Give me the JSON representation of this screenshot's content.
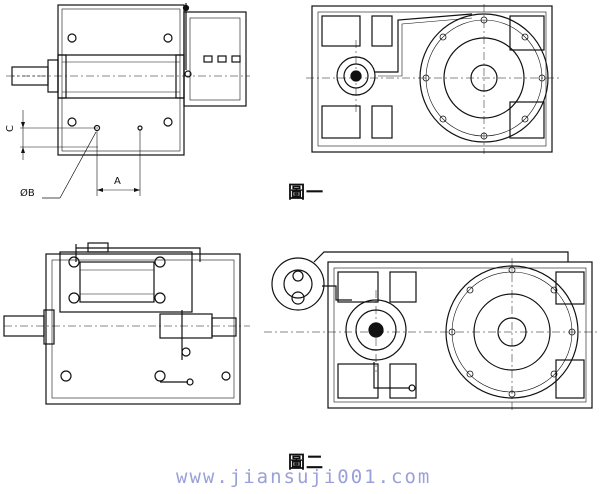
{
  "figures": {
    "figure1": {
      "caption": "圖一"
    },
    "figure2": {
      "caption": "圖二"
    }
  },
  "dimensions": {
    "c": "C",
    "b": "ØB",
    "a": "A"
  },
  "watermark": "www.jiansuji001.com"
}
